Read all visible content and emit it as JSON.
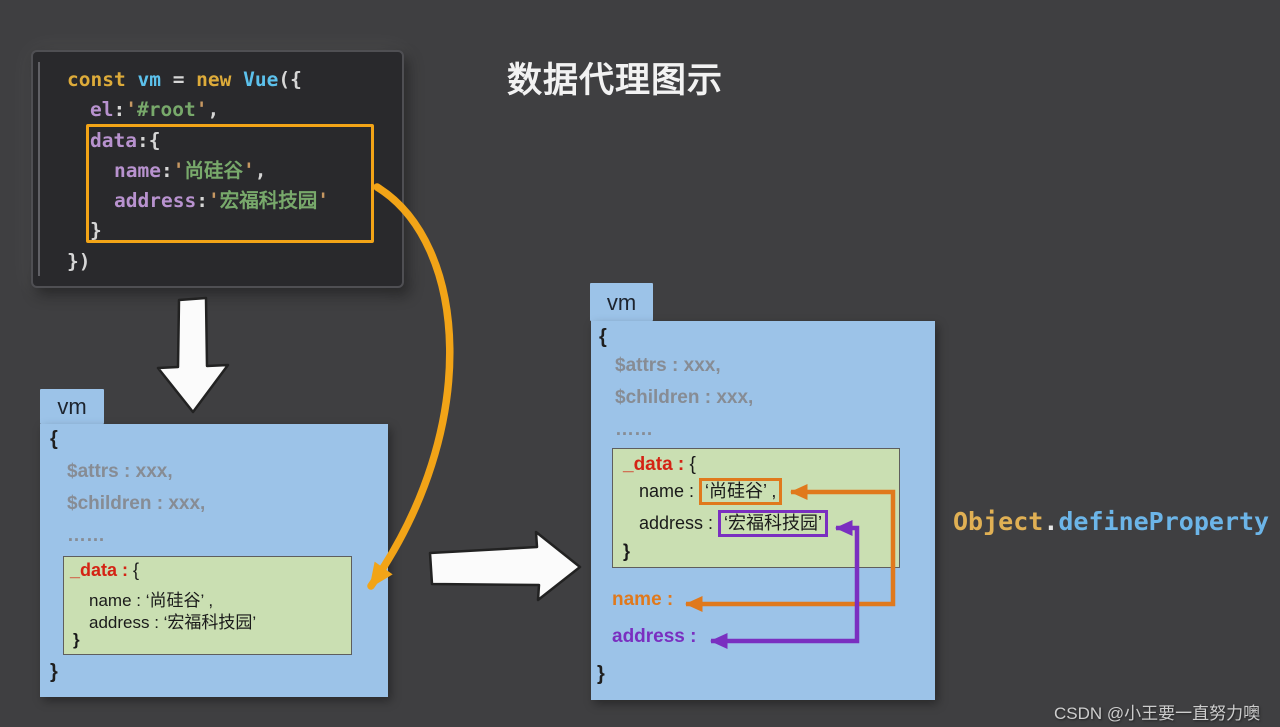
{
  "title": "数据代理图示",
  "code_block": {
    "lines": [
      {
        "indent": 0,
        "tokens": [
          [
            "const ",
            "kw"
          ],
          [
            "vm ",
            "id"
          ],
          [
            "= ",
            "pun"
          ],
          [
            "new ",
            "kw"
          ],
          [
            "Vue",
            "id"
          ],
          [
            "({",
            "pun"
          ]
        ]
      },
      {
        "indent": 1,
        "tokens": [
          [
            "el",
            "prop"
          ],
          [
            ":",
            "pun"
          ],
          [
            "'",
            "q"
          ],
          [
            "#root",
            "str"
          ],
          [
            "'",
            "q"
          ],
          [
            ",",
            "pun"
          ]
        ]
      },
      {
        "indent": 1,
        "tokens": [
          [
            "data",
            "prop"
          ],
          [
            ":{",
            "pun"
          ]
        ]
      },
      {
        "indent": 2,
        "tokens": [
          [
            "name",
            "prop"
          ],
          [
            ":",
            "pun"
          ],
          [
            "'",
            "q"
          ],
          [
            "尚硅谷",
            "str"
          ],
          [
            "'",
            "q"
          ],
          [
            ",",
            "pun"
          ]
        ]
      },
      {
        "indent": 2,
        "tokens": [
          [
            "address",
            "prop"
          ],
          [
            ":",
            "pun"
          ],
          [
            "'",
            "q"
          ],
          [
            "宏福科技园",
            "str"
          ],
          [
            "'",
            "q"
          ]
        ]
      },
      {
        "indent": 1,
        "tokens": [
          [
            "}",
            "pun"
          ]
        ]
      },
      {
        "indent": 0,
        "tokens": [
          [
            "})",
            "pun"
          ]
        ]
      }
    ]
  },
  "vm_left": {
    "tab": "vm",
    "open_brace": "{",
    "props": [
      "$attrs : xxx,",
      "$children : xxx,",
      "……"
    ],
    "data_box": {
      "key": "_data :",
      "open": " {",
      "name_label": "name : ",
      "name_value": "‘尚硅谷’ ,",
      "address_label": "address : ",
      "address_value": "‘宏福科技园’",
      "close": "}"
    },
    "close_brace": "}"
  },
  "vm_right": {
    "tab": "vm",
    "open_brace": "{",
    "props": [
      "$attrs : xxx,",
      "$children : xxx,",
      "……"
    ],
    "data_box": {
      "key": "_data :",
      "open": " {",
      "name_label": "name : ",
      "name_value": "‘尚硅谷’ ,",
      "address_label": "address : ",
      "address_value": "‘宏福科技园’",
      "close": "}"
    },
    "proxy": {
      "name": "name :",
      "address": "address :"
    },
    "close_brace": "}"
  },
  "caption": {
    "object": "Object",
    "dot": ".",
    "method": "defineProperty"
  },
  "watermark": "CSDN @小王要一直努力噢",
  "colors": {
    "background": "#3f3f41",
    "folder_blue": "#9cc3e8",
    "data_box_green": "#cadfb2",
    "highlight_yellow": "#f2a417",
    "proxy_orange": "#e0791c",
    "proxy_purple": "#7a2fc0",
    "data_key_red": "#d42314",
    "keyword_gold": "#ddab3a",
    "identifier_blue": "#5cc1ec",
    "property_lavender": "#b892cf",
    "string_green": "#78a96b"
  }
}
